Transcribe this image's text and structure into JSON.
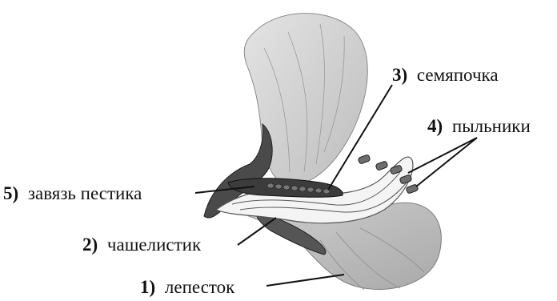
{
  "labels": [
    {
      "num": "1)",
      "text": "лепесток"
    },
    {
      "num": "2)",
      "text": "чашелистик"
    },
    {
      "num": "3)",
      "text": "семяпочка"
    },
    {
      "num": "4)",
      "text": "пыльники"
    },
    {
      "num": "5)",
      "text": "завязь пестика"
    }
  ],
  "colors": {
    "petal": "#d6d6d6",
    "petal_vein": "#9a9a9a",
    "sepal": "#4a4a4a",
    "stamen": "#f2f2f2",
    "anther": "#6e6e6e",
    "ovary": "#3c3c3c",
    "line": "#111111"
  }
}
